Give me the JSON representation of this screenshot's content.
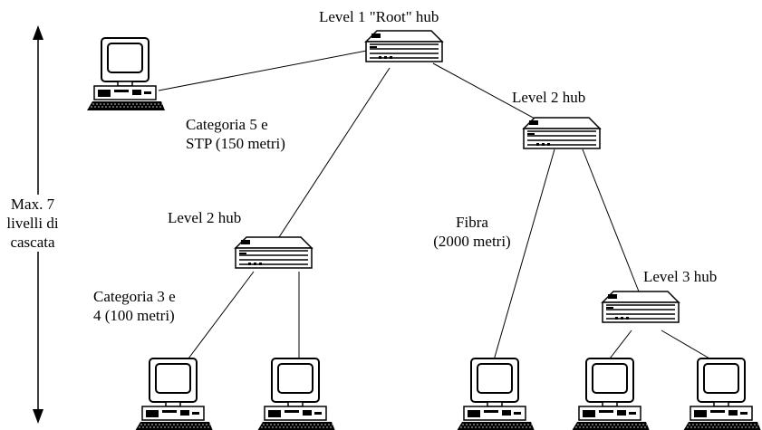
{
  "hubs": {
    "root": "Level 1 \"Root\" hub",
    "level2_right": "Level 2 hub",
    "level2_left": "Level 2 hub",
    "level3": "Level 3 hub"
  },
  "links": {
    "cat5_line1": "Categoria 5  e",
    "cat5_line2": "STP (150 metri)",
    "cat3_line1": "Categoria 3  e",
    "cat3_line2": "4 (100 metri)",
    "fiber_line1": "Fibra",
    "fiber_line2": "(2000 metri)"
  },
  "cascade": {
    "line1": "Max. 7",
    "line2": "livelli di",
    "line3": "cascata"
  },
  "icons": {
    "hub": "network-hub-icon",
    "computer": "desktop-computer-icon",
    "arrow": "double-arrow-icon"
  },
  "colors": {
    "stroke": "#000000",
    "background": "#ffffff"
  }
}
